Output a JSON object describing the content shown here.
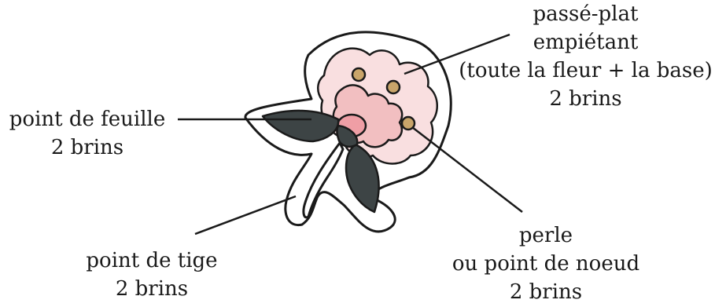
{
  "labels": {
    "leaf": {
      "line1": "point de feuille",
      "line2": "2 brins"
    },
    "stem": {
      "line1": "point de tige",
      "line2": "2 brins"
    },
    "fill": {
      "line1": "passé-plat",
      "line2": "empiétant",
      "line3": "(toute la fleur + la base)",
      "line4": "2 brins"
    },
    "knot": {
      "line1": "perle",
      "line2": "ou point de noeud",
      "line3": "2 brins"
    }
  },
  "colors": {
    "outline": "#1a1a1a",
    "leaf": "#3d4445",
    "petal_outer": "#f9dfe0",
    "petal_inner": "#f2bfc1",
    "center": "#ef9ea5",
    "bead": "#c9a56a"
  }
}
